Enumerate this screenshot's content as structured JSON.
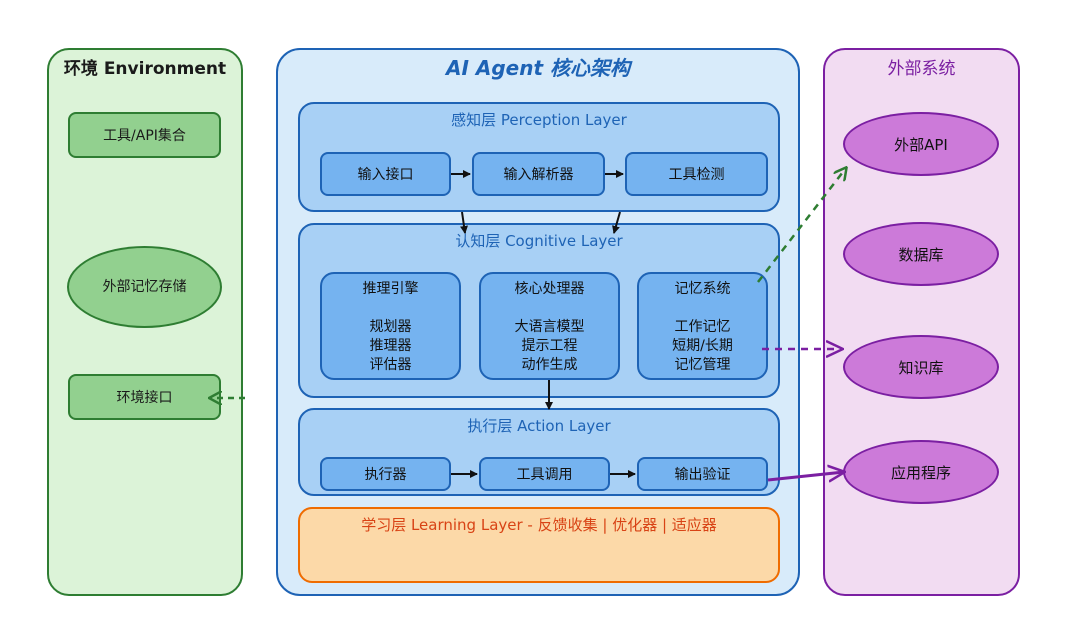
{
  "environment": {
    "title": "环境 Environment",
    "nodes": {
      "toolset": "工具/API集合",
      "external_memory": "外部记忆存储",
      "env_interface": "环境接口"
    }
  },
  "core": {
    "title": "AI Agent 核心架构",
    "perception": {
      "title": "感知层 Perception Layer",
      "nodes": [
        "输入接口",
        "输入解析器",
        "工具检测"
      ]
    },
    "cognitive": {
      "title": "认知层 Cognitive Layer",
      "boxes": [
        {
          "title": "推理引擎",
          "lines": [
            "规划器",
            "推理器",
            "评估器"
          ]
        },
        {
          "title": "核心处理器",
          "lines": [
            "大语言模型",
            "提示工程",
            "动作生成"
          ]
        },
        {
          "title": "记忆系统",
          "lines": [
            "工作记忆",
            "短期/长期",
            "记忆管理"
          ]
        }
      ]
    },
    "action": {
      "title": "执行层 Action Layer",
      "nodes": [
        "执行器",
        "工具调用",
        "输出验证"
      ]
    },
    "learning": {
      "title": "学习层 Learning Layer - 反馈收集 | 优化器 | 适应器"
    }
  },
  "external": {
    "title": "外部系统",
    "nodes": [
      "外部API",
      "数据库",
      "知识库",
      "应用程序"
    ]
  },
  "colors": {
    "environment": "#2e7d32",
    "environment_fill": "#dcf3d8",
    "core": "#1e63b5",
    "core_fill": "#d8ebfa",
    "learning": "#ef6c00",
    "learning_text": "#d84315",
    "external": "#7b1fa2",
    "external_fill": "#f2dcf2"
  }
}
